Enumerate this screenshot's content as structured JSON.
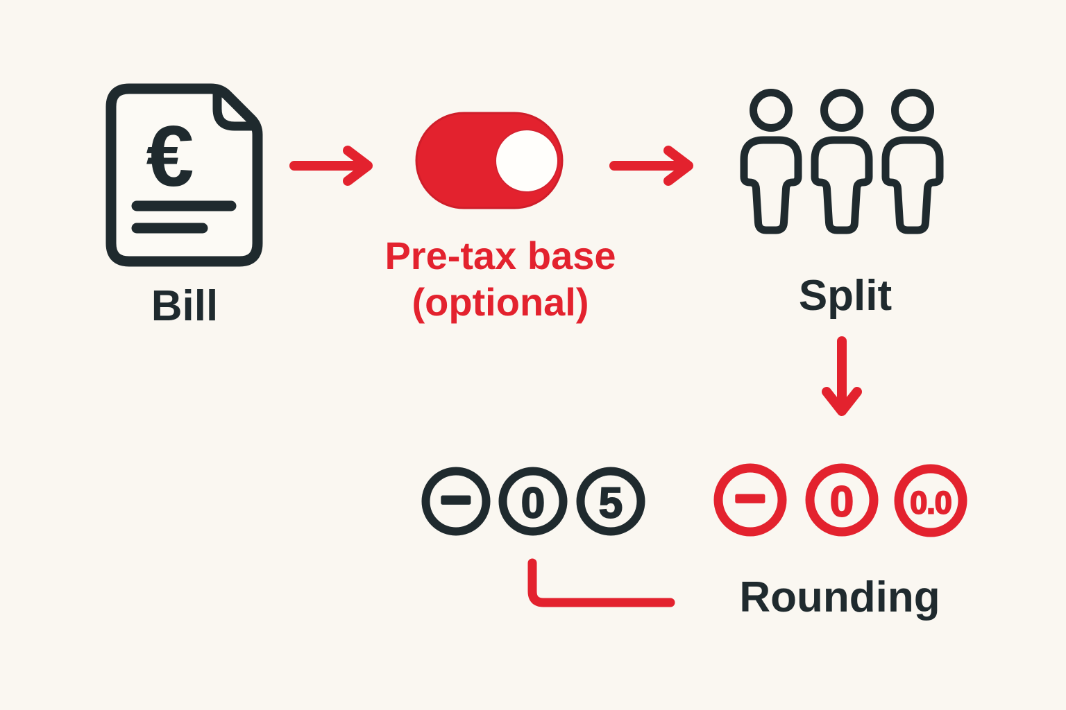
{
  "title": "Bill splitting flow diagram",
  "palette": {
    "background": "#faf7f1",
    "ink": "#1f2a2e",
    "accent": "#e3222e",
    "paper": "#fcfaf5"
  },
  "bill": {
    "label": "Bill",
    "currency_symbol": "€"
  },
  "pretax": {
    "line1": "Pre-tax base",
    "line2": "(optional)",
    "toggle_state": "on"
  },
  "split": {
    "label": "Split",
    "people_count": 3
  },
  "rounding": {
    "label": "Rounding",
    "dark_options": [
      "−",
      "0",
      "5"
    ],
    "red_options": [
      "−",
      "0",
      "0.0"
    ]
  }
}
